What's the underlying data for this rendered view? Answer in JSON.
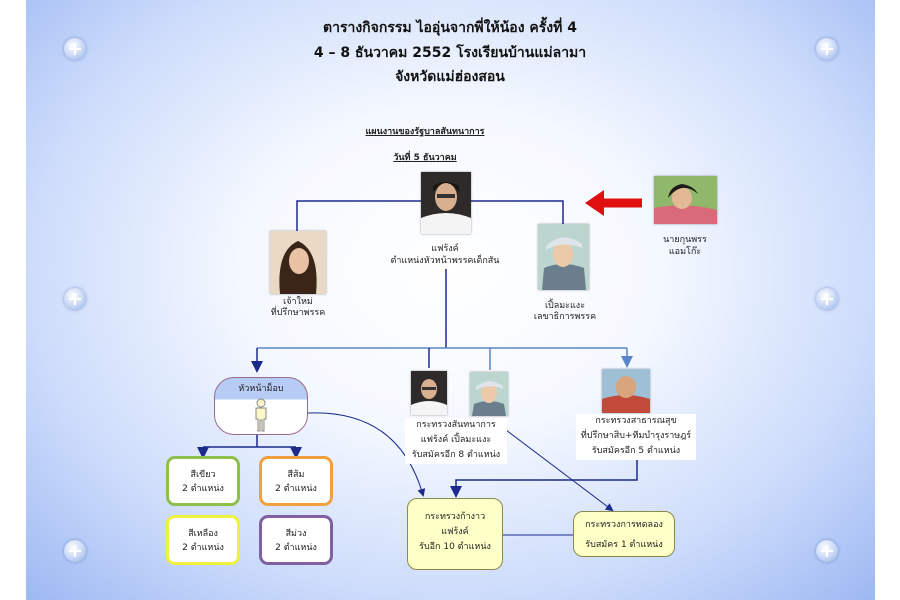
{
  "header": {
    "line1": "ตารางกิจกรรม ไออุ่นจากพี่ให้น้อง ครั้งที่ 4",
    "line2": "4 – 8 ธันวาคม 2552 โรงเรียนบ้านแม่ลามา",
    "line3": "จังหวัดแม่ฮ่องสอน"
  },
  "plan_title": "แผนงานของรัฐบาลสันทนาการ",
  "plan_date": "วันที่ 5 ธันวาคม",
  "people": {
    "head": {
      "name": "แฟร้งค์",
      "role": "ตำแหน่งหัวหน้าพรรคเด็กสัน"
    },
    "advisor": {
      "name": "เจ้าใหม่",
      "role": "ที่ปรึกษาพรรค"
    },
    "secretary": {
      "name": "เปิ้ลมะแงะ",
      "role": "เลขาธิการพรรค"
    },
    "pm": {
      "name": "นายกุนพรร",
      "role": "แอมโก๊ะ"
    }
  },
  "leader_label": "หัวหน้าม็อบ",
  "teams": [
    {
      "name": "สีเขียว",
      "count": "2 ตำแหน่ง",
      "color": "#8fbf4a"
    },
    {
      "name": "สีส้ม",
      "count": "2 ตำแหน่ง",
      "color": "#f0a040"
    },
    {
      "name": "สีเหลือง",
      "count": "2 ตำแหน่ง",
      "color": "#f0f040"
    },
    {
      "name": "สีม่วง",
      "count": "2 ตำแหน่ง",
      "color": "#8060a0"
    }
  ],
  "ministries": {
    "recreation": {
      "line1": "กระทรวงสันทนาการ",
      "line2": "แฟร้งค์ เปิ้ลมะแงะ",
      "line3": "รับสมัครอีก 8 ตำแหน่ง"
    },
    "health": {
      "line1": "กระทรวงสาธารณสุข",
      "line2": "ที่ปรึกษาสิบ+ทีมบำรุงราษฎร์",
      "line3": "รับสมัครอีก 5 ตำแหน่ง"
    },
    "labor": {
      "line1": "กระทรวงก้างาว",
      "line2": "แฟร้งค์",
      "line3": "รับอีก 10 ตำแหน่ง"
    },
    "experiment": {
      "line1": "กระทรวงการทดลอง",
      "line2": "รับสมัคร 1 ตำแหน่ง"
    }
  },
  "colors": {
    "line": "#1c2a8c",
    "arrow_red": "#e01010",
    "accent_blue": "#5a85c8"
  }
}
